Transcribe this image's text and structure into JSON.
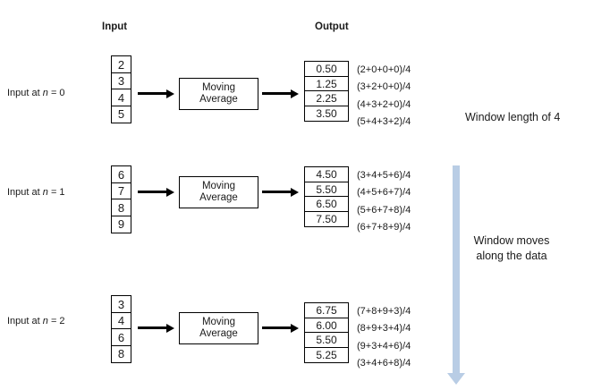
{
  "headers": {
    "input": "Input",
    "output": "Output"
  },
  "block": {
    "line1": "Moving",
    "line2": "Average"
  },
  "annotations": {
    "window_length": "Window length of  4",
    "window_moves_line1": "Window moves",
    "window_moves_line2": "along the data"
  },
  "rows": [
    {
      "label_pre": "Input at ",
      "label_var": "n",
      "label_post": " = 0",
      "inputs": [
        "2",
        "3",
        "4",
        "5"
      ],
      "outputs": [
        "0.50",
        "1.25",
        "2.25",
        "3.50"
      ],
      "formulas": [
        "(2+0+0+0)/4",
        "(3+2+0+0)/4",
        "(4+3+2+0)/4",
        "(5+4+3+2)/4"
      ]
    },
    {
      "label_pre": "Input at ",
      "label_var": "n",
      "label_post": " = 1",
      "inputs": [
        "6",
        "7",
        "8",
        "9"
      ],
      "outputs": [
        "4.50",
        "5.50",
        "6.50",
        "7.50"
      ],
      "formulas": [
        "(3+4+5+6)/4",
        "(4+5+6+7)/4",
        "(5+6+7+8)/4",
        "(6+7+8+9)/4"
      ]
    },
    {
      "label_pre": "Input at ",
      "label_var": "n",
      "label_post": " = 2",
      "inputs": [
        "3",
        "4",
        "6",
        "8"
      ],
      "outputs": [
        "6.75",
        "6.00",
        "5.50",
        "5.25"
      ],
      "formulas": [
        "(7+8+9+3)/4",
        "(8+9+3+4)/4",
        "(9+3+4+6)/4",
        "(3+4+6+8)/4"
      ]
    }
  ]
}
